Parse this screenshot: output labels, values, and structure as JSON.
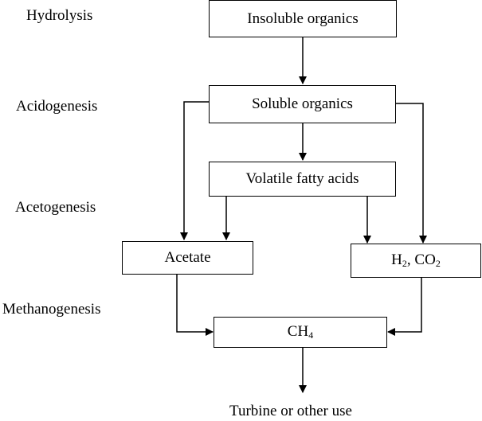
{
  "stages": {
    "hydrolysis": "Hydrolysis",
    "acidogenesis": "Acidogenesis",
    "acetogenesis": "Acetogenesis",
    "methanogenesis": "Methanogenesis"
  },
  "boxes": {
    "insoluble": "Insoluble organics",
    "soluble": "Soluble organics",
    "vfa": "Volatile fatty acids",
    "acetate": "Acetate",
    "h2co2": {
      "h": "H",
      "h_sub": "2",
      "sep": ", CO",
      "co_sub": "2"
    },
    "ch4": {
      "ch": "CH",
      "ch_sub": "4"
    }
  },
  "output": "Turbine or other use"
}
